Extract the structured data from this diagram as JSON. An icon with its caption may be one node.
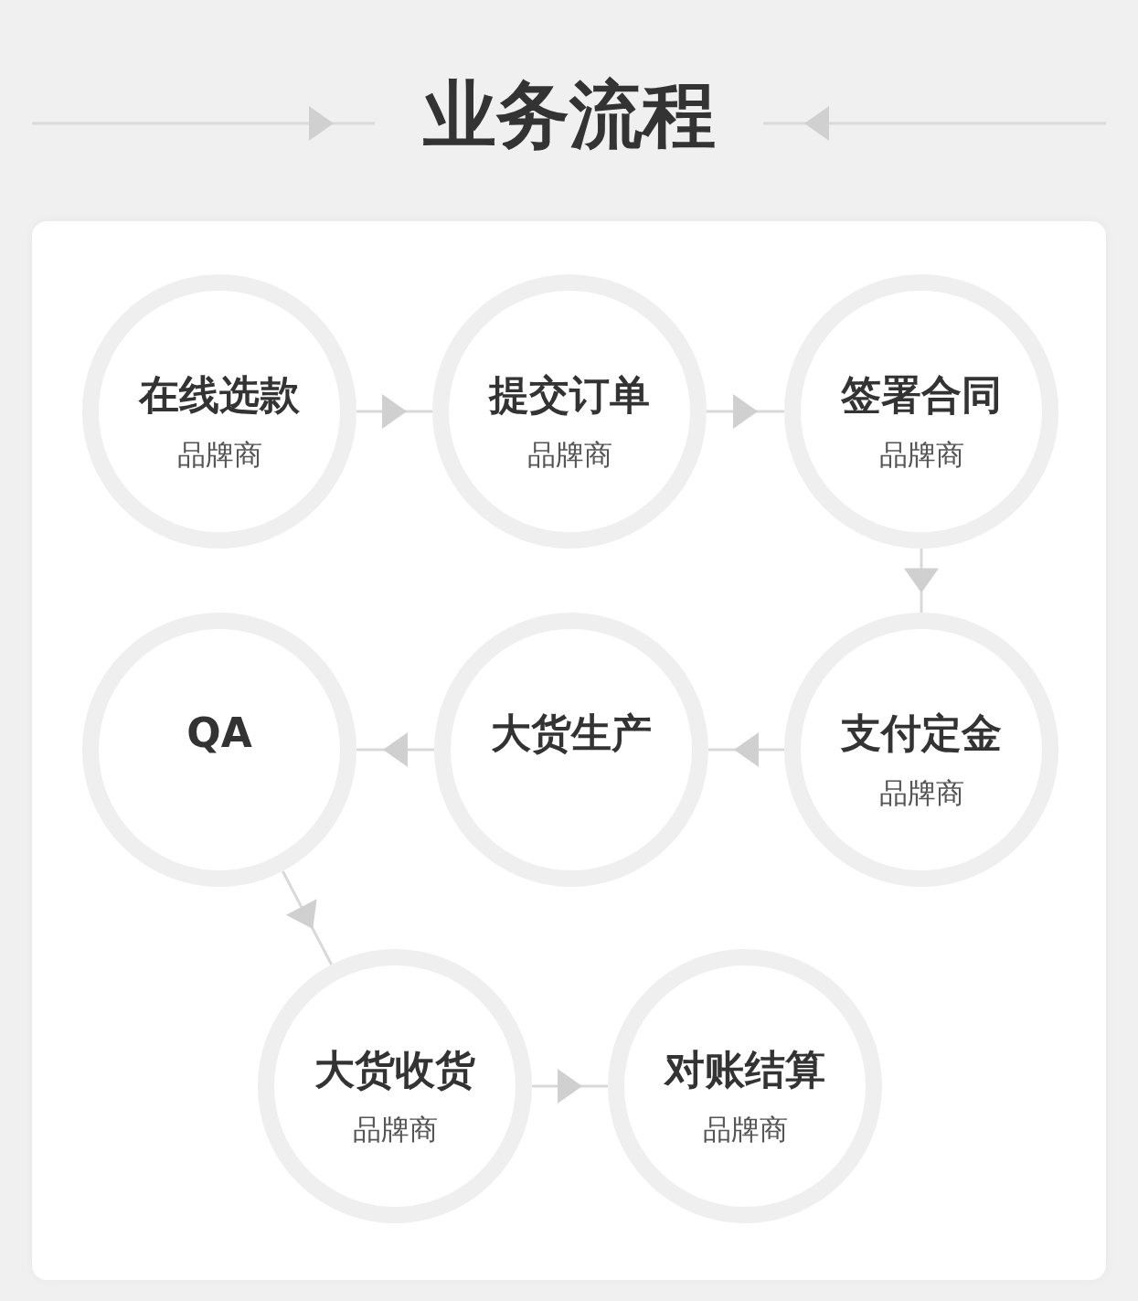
{
  "diagram": {
    "title": "业务流程",
    "nodes": [
      {
        "text": [
          "在线选款",
          "品牌商"
        ]
      },
      {
        "text": [
          "提交订单",
          "品牌商"
        ]
      },
      {
        "text": [
          "签署合同",
          "品牌商"
        ]
      },
      {
        "text": [
          "支付定金",
          "品牌商"
        ]
      },
      {
        "text": [
          "大货生产"
        ]
      },
      {
        "text": [
          "QA"
        ]
      },
      {
        "text": [
          "大货收货",
          "品牌商"
        ]
      },
      {
        "text": [
          "对账结算",
          "品牌商"
        ]
      }
    ],
    "edges": [
      {
        "from": 0,
        "to": 1,
        "arrow": "to"
      },
      {
        "from": 1,
        "to": 2,
        "arrow": "to"
      },
      {
        "from": 2,
        "to": 3,
        "arrow": "to"
      },
      {
        "from": 3,
        "to": 4,
        "arrow": "to"
      },
      {
        "from": 4,
        "to": 5,
        "arrow": "to"
      },
      {
        "from": 5,
        "to": 6,
        "arrow": "to"
      },
      {
        "from": 6,
        "to": 7,
        "arrow": "to"
      }
    ]
  }
}
